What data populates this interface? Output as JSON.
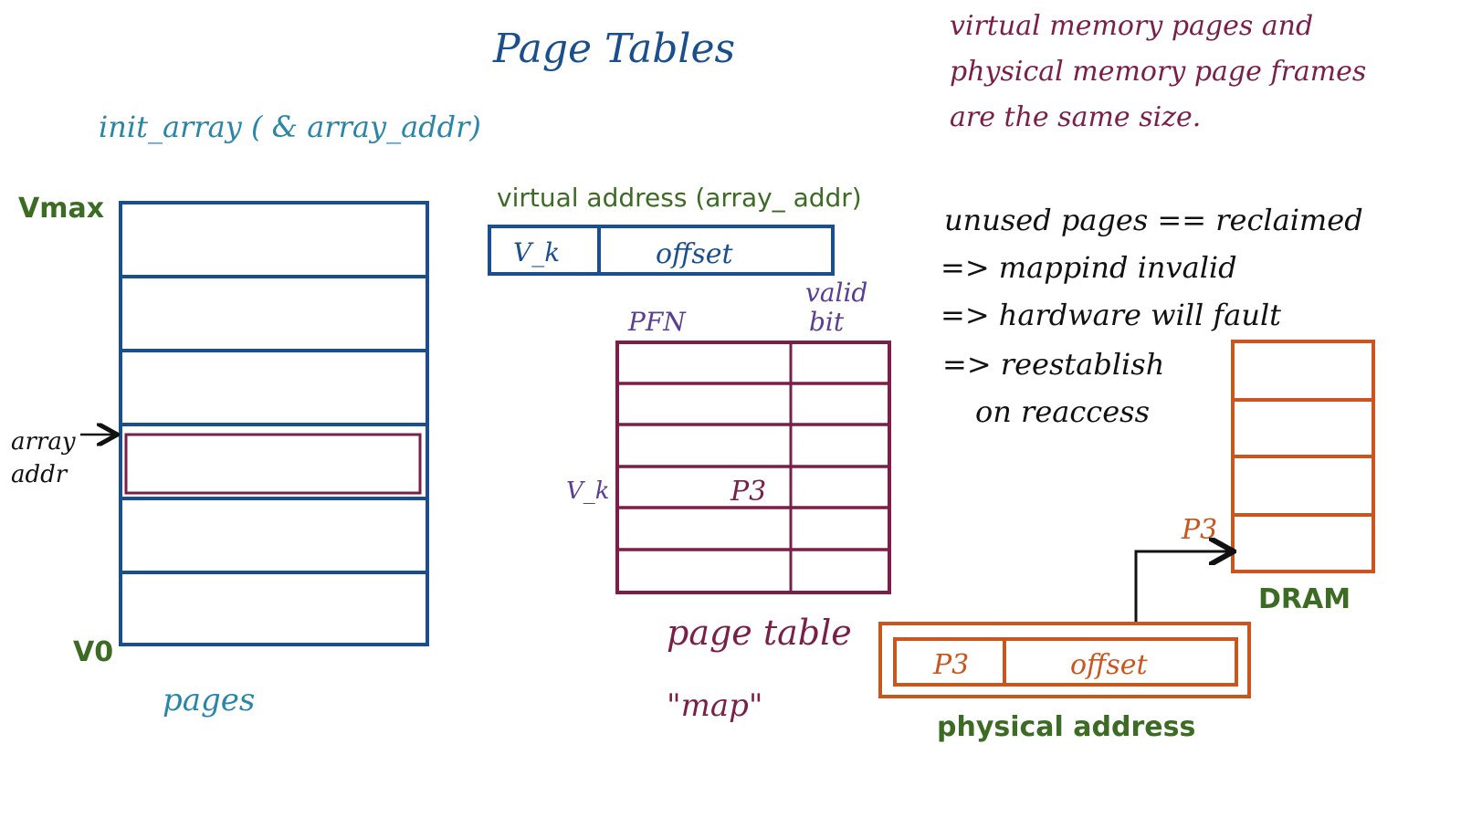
{
  "title": "Page Tables",
  "call_label": "init_array ( & array_addr)",
  "note": {
    "lines": [
      "virtual memory pages and",
      "physical memory page frames",
      "are the same size."
    ]
  },
  "virtual_memory": {
    "vmax_label": "Vmax",
    "v0_label": "V0",
    "caption": "pages",
    "pointer_label_line1": "array",
    "pointer_label_line2": "addr"
  },
  "virtual_address": {
    "caption": "virtual address (array_ addr)",
    "vpn_label": "V_k",
    "offset_label": "offset"
  },
  "page_table": {
    "pfn_header": "PFN",
    "valid_header_line1": "valid",
    "valid_header_line2": "bit",
    "row_label": "V_k",
    "entry_value": "P3",
    "caption": "page table",
    "alias": "\"map\""
  },
  "reclaim_notes": {
    "lines": [
      "unused pages == reclaimed",
      "=> mappind invalid",
      "=> hardware will fault",
      "=> reestablish",
      "on reaccess"
    ]
  },
  "physical_address": {
    "frame_label": "P3",
    "offset_label": "offset",
    "caption": "physical address"
  },
  "dram": {
    "frame_label": "P3",
    "caption": "DRAM"
  },
  "colors": {
    "blue": "#1b4f8c",
    "teal": "#2a86a8",
    "green": "#3c6b24",
    "maroon": "#7a1f48",
    "purple": "#5b3d92",
    "orange": "#c8561e",
    "ink": "#111111"
  }
}
